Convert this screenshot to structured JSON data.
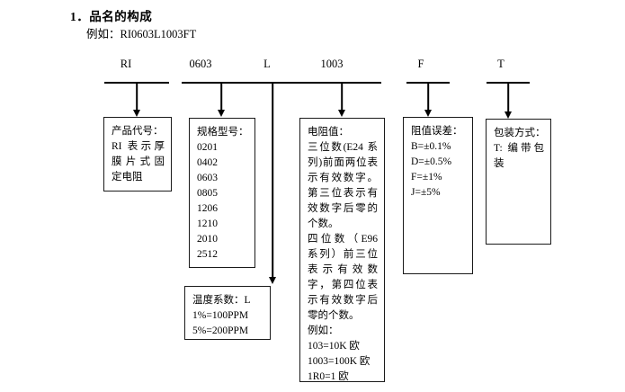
{
  "document": {
    "heading": "1．品名的构成",
    "example_line": "例如：RI0603L1003FT"
  },
  "part_number_segments": [
    {
      "label": "RI",
      "name": "product-code"
    },
    {
      "label": "0603",
      "name": "size-code"
    },
    {
      "label": "L",
      "name": "temperature-coefficient-code"
    },
    {
      "label": "1003",
      "name": "resistance-value-code"
    },
    {
      "label": "F",
      "name": "tolerance-code"
    },
    {
      "label": "T",
      "name": "packaging-code"
    }
  ],
  "boxes": {
    "product_code": {
      "title": "产品代号：",
      "lines": [
        "RI 表示厚",
        "膜片式固",
        "定电阻"
      ]
    },
    "size": {
      "title": "规格型号：",
      "lines": [
        "0201",
        "0402",
        "0603",
        "0805",
        "1206",
        "1210",
        "2010",
        "2512"
      ]
    },
    "temperature_coefficient": {
      "title": "温度系数：L",
      "lines": [
        "1%=100PPM",
        "5%=200PPM"
      ]
    },
    "resistance_value": {
      "title": "电阻值：",
      "paragraph_e24": "三位数(E24 系列)前面两位表示有效数字。第三位表示有效数字后零的个数。",
      "paragraph_e96": "四位数（E96 系列）前三位表示有效数字，第四位表示有效数字后零的个数。",
      "example_title": "例如：",
      "examples": [
        "103=10K 欧",
        "1003=100K 欧",
        "1R0=1 欧"
      ]
    },
    "tolerance": {
      "title": "阻值误差：",
      "lines": [
        "B=±0.1%",
        "D=±0.5%",
        "F=±1%",
        "J=±5%"
      ]
    },
    "packaging": {
      "title": "包装方式：",
      "lines": [
        "T: 编带包",
        "装"
      ]
    }
  },
  "colors": {
    "ink": "#000000",
    "background": "#ffffff",
    "rule": "#1a1a1a"
  }
}
